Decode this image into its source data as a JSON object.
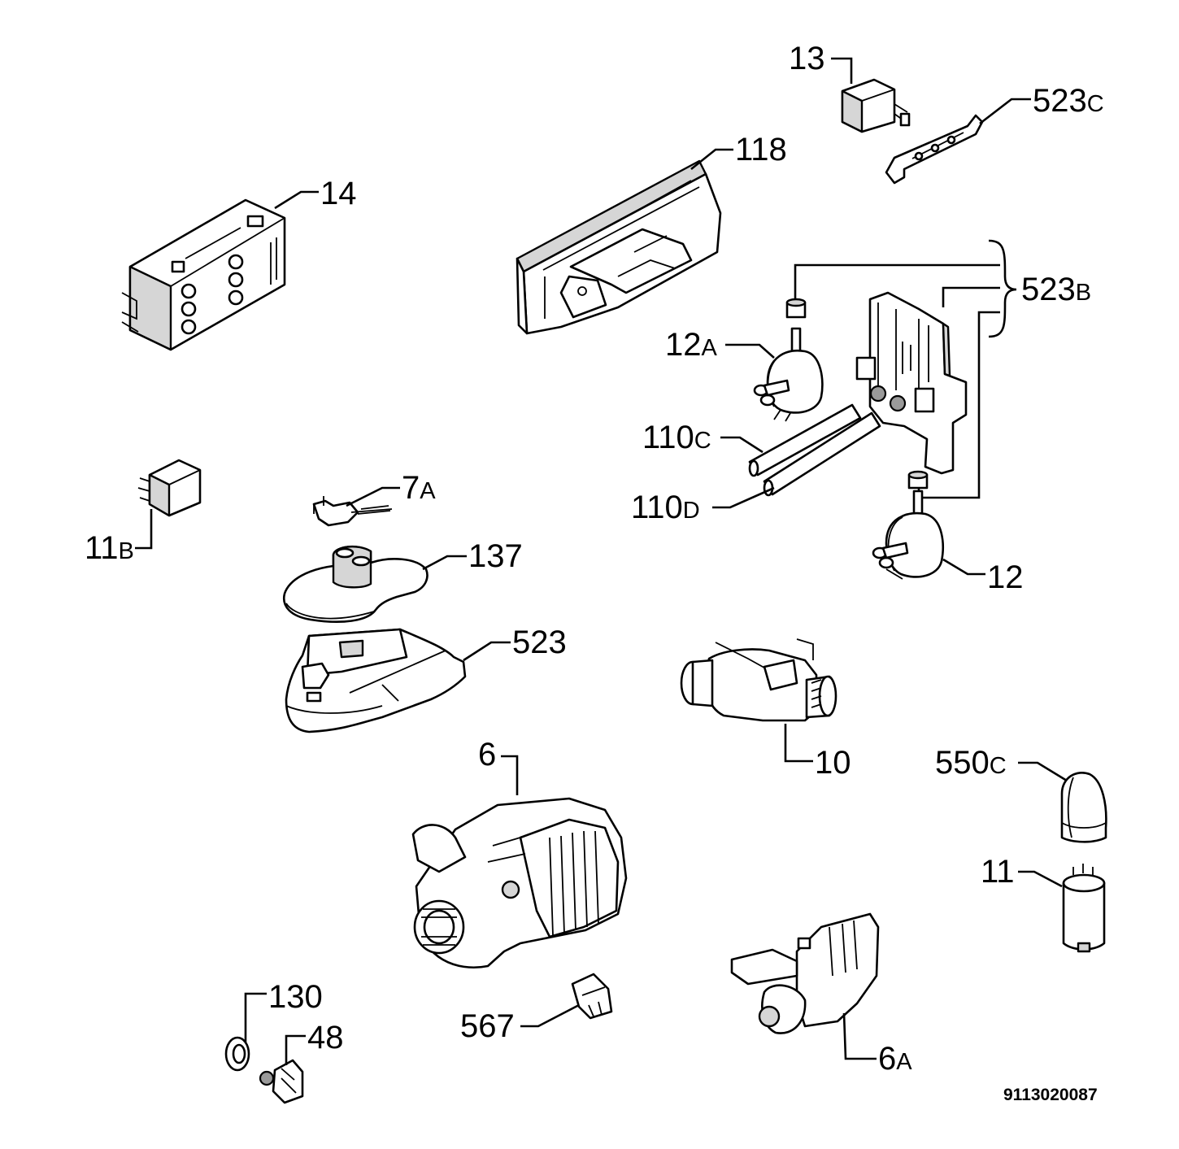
{
  "drawing_code": "9113020087",
  "labels": {
    "p13": {
      "num": "13",
      "sfx": ""
    },
    "p523c": {
      "num": "523",
      "sfx": "C"
    },
    "p118": {
      "num": "118",
      "sfx": ""
    },
    "p14": {
      "num": "14",
      "sfx": ""
    },
    "p523b": {
      "num": "523",
      "sfx": "B"
    },
    "p12a": {
      "num": "12",
      "sfx": "A"
    },
    "p110c": {
      "num": "110",
      "sfx": "C"
    },
    "p110d": {
      "num": "110",
      "sfx": "D"
    },
    "p12": {
      "num": "12",
      "sfx": ""
    },
    "p11b": {
      "num": "11",
      "sfx": "B"
    },
    "p7a": {
      "num": "7",
      "sfx": "A"
    },
    "p137": {
      "num": "137",
      "sfx": ""
    },
    "p523": {
      "num": "523",
      "sfx": ""
    },
    "p10": {
      "num": "10",
      "sfx": ""
    },
    "p6": {
      "num": "6",
      "sfx": ""
    },
    "p550c": {
      "num": "550",
      "sfx": "C"
    },
    "p11": {
      "num": "11",
      "sfx": ""
    },
    "p130": {
      "num": "130",
      "sfx": ""
    },
    "p48": {
      "num": "48",
      "sfx": ""
    },
    "p567": {
      "num": "567",
      "sfx": ""
    },
    "p6a": {
      "num": "6",
      "sfx": "A"
    }
  }
}
